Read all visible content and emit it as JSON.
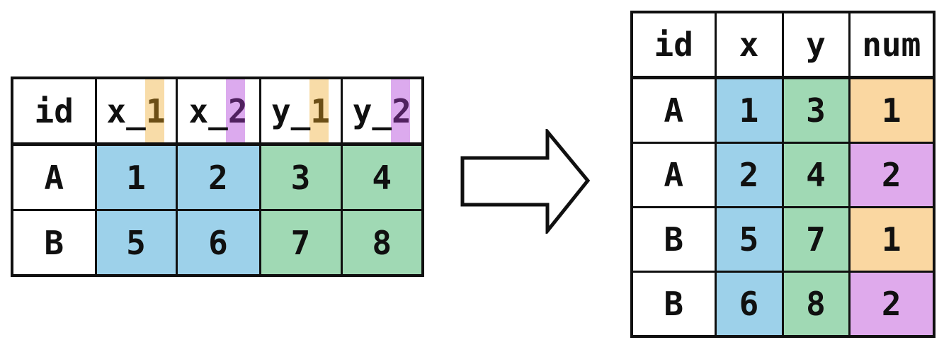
{
  "palette": {
    "blue": "#9dd1ea",
    "green": "#a0d9b4",
    "orange": "#fad7a1",
    "purple": "#dfaaec",
    "stripe_orange": "#f8dca8",
    "stripe_purple": "#dcaaee",
    "suffix_brown": "#6b4e16",
    "suffix_purple": "#50215f",
    "border": "#101010"
  },
  "source_table": {
    "headers": [
      {
        "prefix": "id",
        "suffix": ""
      },
      {
        "prefix": "x_",
        "suffix": "1",
        "stripe": "#f8dca8",
        "suffix_color": "#6b4e16"
      },
      {
        "prefix": "x_",
        "suffix": "2",
        "stripe": "#dcaaee",
        "suffix_color": "#50215f"
      },
      {
        "prefix": "y_",
        "suffix": "1",
        "stripe": "#f8dca8",
        "suffix_color": "#6b4e16"
      },
      {
        "prefix": "y_",
        "suffix": "2",
        "stripe": "#dcaaee",
        "suffix_color": "#50215f"
      }
    ],
    "rows": [
      {
        "id": "A",
        "cells": [
          {
            "value": "1",
            "bg": "#9dd1ea"
          },
          {
            "value": "2",
            "bg": "#9dd1ea"
          },
          {
            "value": "3",
            "bg": "#a0d9b4"
          },
          {
            "value": "4",
            "bg": "#a0d9b4"
          }
        ]
      },
      {
        "id": "B",
        "cells": [
          {
            "value": "5",
            "bg": "#9dd1ea"
          },
          {
            "value": "6",
            "bg": "#9dd1ea"
          },
          {
            "value": "7",
            "bg": "#a0d9b4"
          },
          {
            "value": "8",
            "bg": "#a0d9b4"
          }
        ]
      }
    ]
  },
  "result_table": {
    "headers": [
      "id",
      "x",
      "y",
      "num"
    ],
    "rows": [
      {
        "id": "A",
        "cells": [
          {
            "value": "1",
            "bg": "#9dd1ea"
          },
          {
            "value": "3",
            "bg": "#a0d9b4"
          },
          {
            "value": "1",
            "bg": "#fad7a1"
          }
        ]
      },
      {
        "id": "A",
        "cells": [
          {
            "value": "2",
            "bg": "#9dd1ea"
          },
          {
            "value": "4",
            "bg": "#a0d9b4"
          },
          {
            "value": "2",
            "bg": "#dfaaec"
          }
        ]
      },
      {
        "id": "B",
        "cells": [
          {
            "value": "5",
            "bg": "#9dd1ea"
          },
          {
            "value": "7",
            "bg": "#a0d9b4"
          },
          {
            "value": "1",
            "bg": "#fad7a1"
          }
        ]
      },
      {
        "id": "B",
        "cells": [
          {
            "value": "6",
            "bg": "#9dd1ea"
          },
          {
            "value": "8",
            "bg": "#a0d9b4"
          },
          {
            "value": "2",
            "bg": "#dfaaec"
          }
        ]
      }
    ]
  }
}
